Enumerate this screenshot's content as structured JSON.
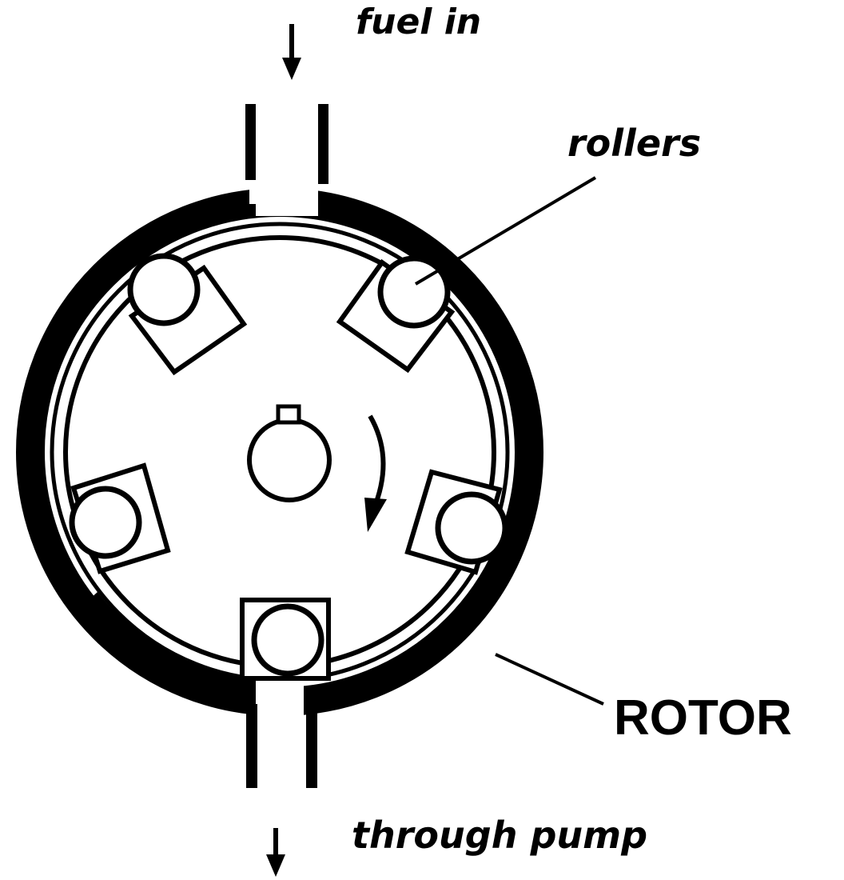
{
  "labels": {
    "inlet": "fuel in",
    "rollers": "rollers",
    "rotor": "ROTOR",
    "outlet": "through pump"
  },
  "colors": {
    "ink": "#000000",
    "paper": "#ffffff"
  },
  "icons": {
    "inlet_arrow": "arrow-down-icon",
    "outlet_arrow": "arrow-down-icon",
    "rotation_arrow": "curved-arrow-clockwise-icon"
  }
}
